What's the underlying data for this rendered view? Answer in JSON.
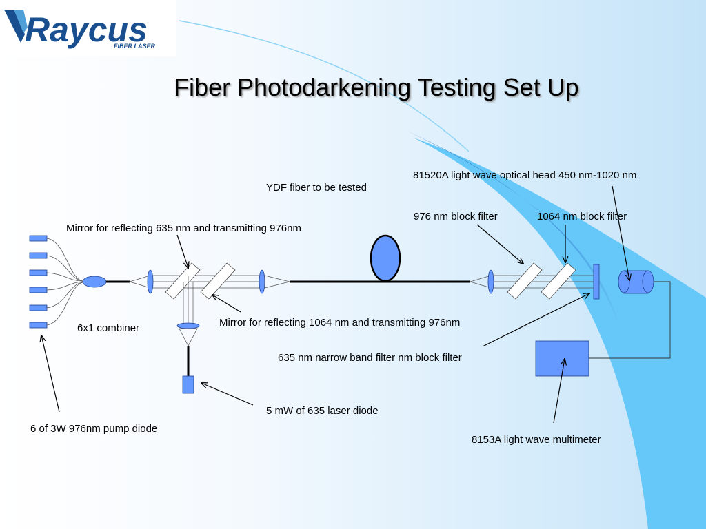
{
  "brand": {
    "name": "Raycus",
    "tagline": "FIBER LASER"
  },
  "title": "Fiber Photodarkening Testing Set Up",
  "labels": {
    "optical_head": "81520A light wave optical head 450 nm-1020 nm",
    "ydf_fiber": "YDF fiber to be tested",
    "filter_976": "976 nm block filter",
    "filter_1064": "1064 nm block filter",
    "mirror_635": "Mirror for reflecting 635 nm and transmitting 976nm",
    "combiner": "6x1 combiner",
    "mirror_1064": "Mirror for reflecting 1064 nm and transmitting 976nm",
    "narrow_filter": "635 nm narrow band filter nm block filter",
    "laser_diode": "5 mW of 635 laser diode",
    "pump_diode": "6 of 3W 976nm pump diode",
    "multimeter": "8153A light wave multimeter"
  },
  "colors": {
    "component_fill": "#6699ff",
    "background_blue": "#66c8f8",
    "background_dark_blue": "#2e6fb8"
  }
}
